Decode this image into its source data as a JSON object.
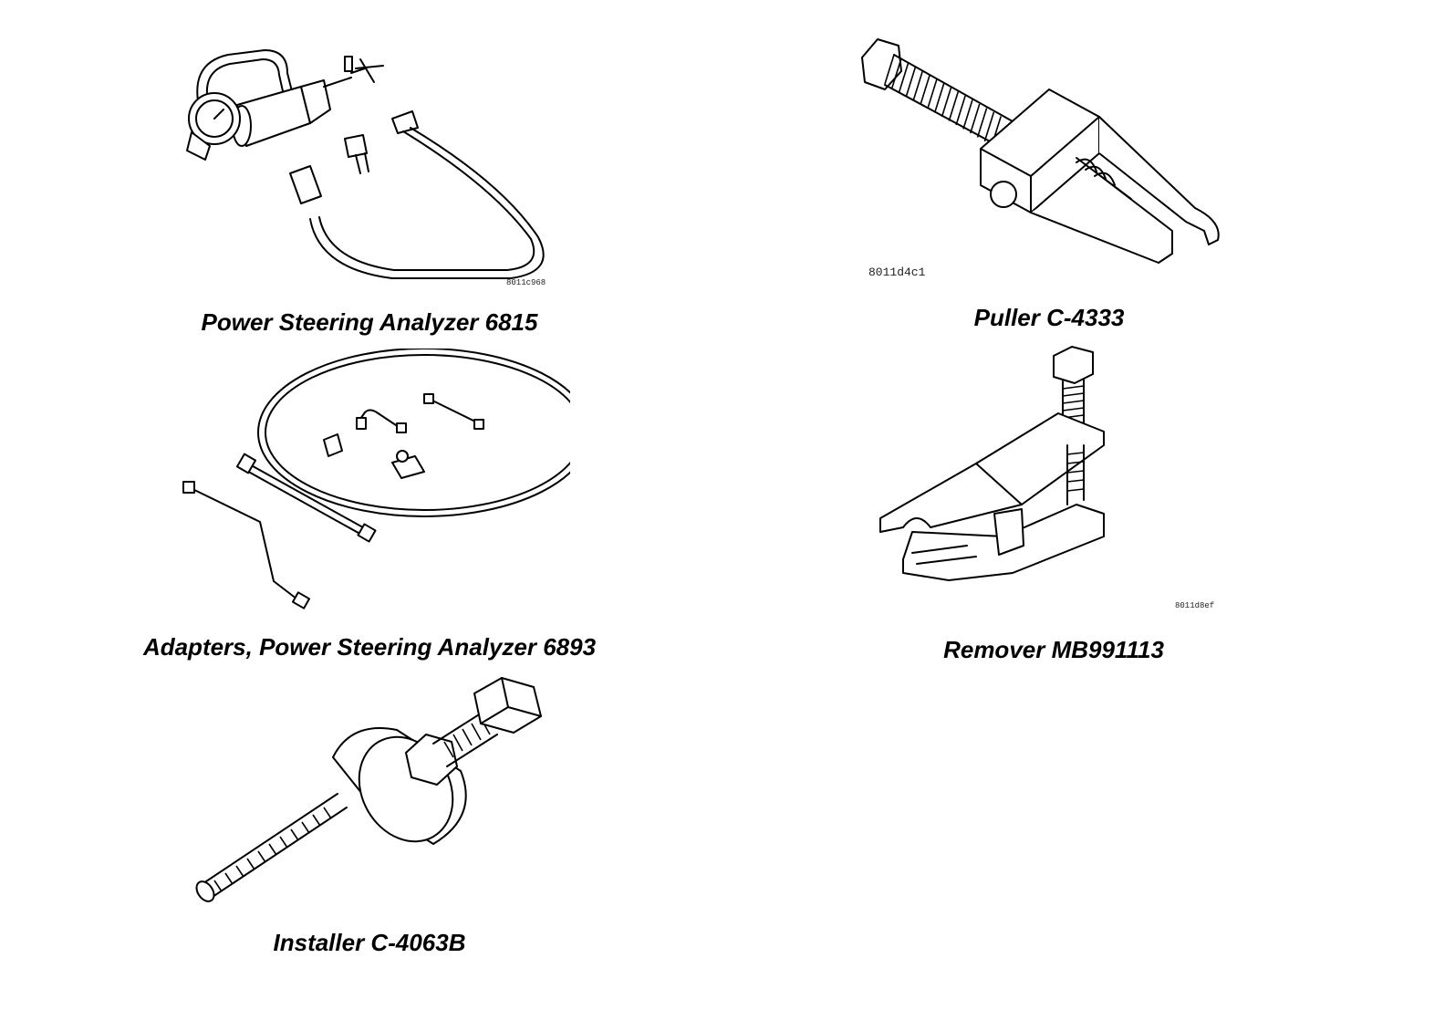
{
  "tools": [
    {
      "caption": "Power Steering Analyzer 6815",
      "code": "8011c968"
    },
    {
      "caption": "Puller C-4333",
      "code": "8011d4c1"
    },
    {
      "caption": "Adapters, Power Steering Analyzer 6893",
      "code": ""
    },
    {
      "caption": "Remover MB991113",
      "code": "8011d8ef"
    },
    {
      "caption": "Installer C-4063B",
      "code": ""
    }
  ]
}
